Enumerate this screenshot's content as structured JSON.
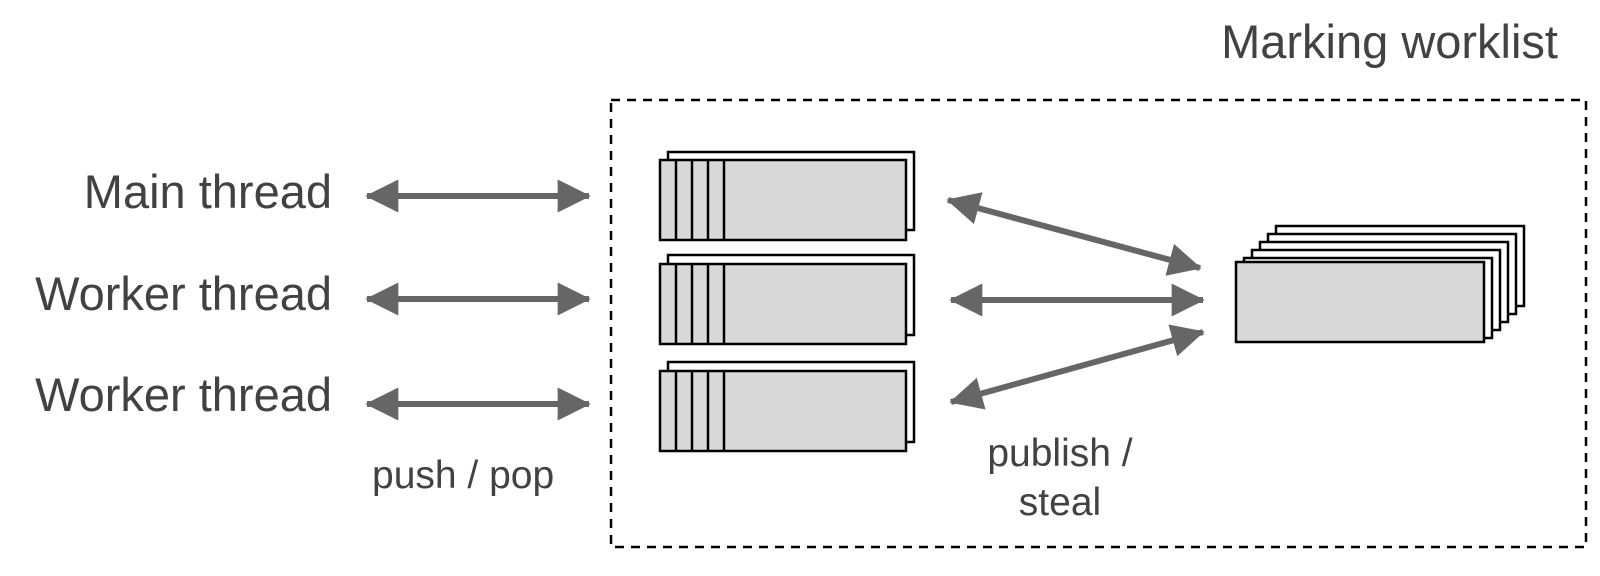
{
  "title": "Marking worklist",
  "threads": [
    {
      "label": "Main thread"
    },
    {
      "label": "Worker thread"
    },
    {
      "label": "Worker thread"
    }
  ],
  "edge_labels": {
    "push_pop": "push / pop",
    "publish_steal": "publish / steal"
  },
  "local_worklist_segments": 3,
  "global_pool_stack_depth": 5,
  "colors": {
    "arrow": "#666666",
    "segment_fill": "#d9d9d9",
    "segment_stroke": "#000000",
    "text": "#424242",
    "border": "#000000"
  }
}
